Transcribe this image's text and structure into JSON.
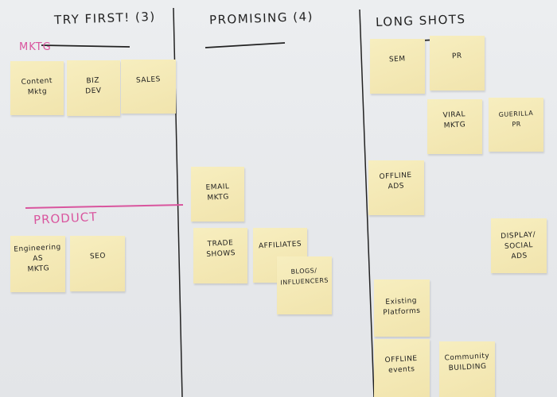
{
  "columns": [
    {
      "title": "TRY FIRST! (3)"
    },
    {
      "title": "PROMISING (4)"
    },
    {
      "title": "LONG SHOTS"
    }
  ],
  "sections": {
    "mktg": "MKTG",
    "product": "PRODUCT"
  },
  "notes": {
    "content_mktg": "Content\nMktg",
    "biz_dev": "BIZ\nDEV",
    "sales": "SALES",
    "engineering": "Engineering\nAS\nMKTG",
    "seo": "SEO",
    "email": "EMAIL\nMKTG",
    "trade_shows": "TRADE\nSHOWS",
    "affiliates": "AFFILIATES",
    "blogs": "BLOGS/\nINFLUENCERS",
    "sem": "SEM",
    "pr": "PR",
    "viral": "VIRAL\nMKTG",
    "guerilla": "GUERILLA\nPR",
    "offline_ads": "OFFLINE\nADS",
    "display": "DISPLAY/\nSOCIAL\nADS",
    "existing": "Existing\nPlatforms",
    "offline_events": "OFFLINE\nevents",
    "community": "Community\nBUILDING"
  },
  "colors": {
    "note": "#f3e7b3",
    "pink": "#d9559e",
    "ink": "#1e1e1e"
  }
}
